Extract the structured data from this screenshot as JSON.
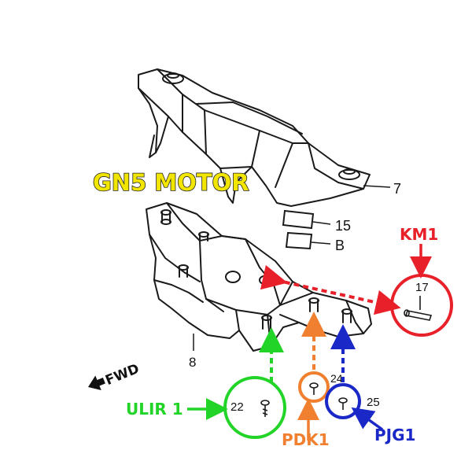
{
  "brand": {
    "text": "GN5 MOTOR",
    "fill": "#f2e600",
    "outline": "#222222"
  },
  "direction": {
    "text": "FWD"
  },
  "part_numbers": {
    "p7": "7",
    "p15": "15",
    "pB": "B",
    "p8": "8",
    "p17": "17",
    "p22": "22",
    "p24": "24",
    "p25": "25"
  },
  "callouts": {
    "km1": {
      "code": "KM1",
      "color": "#e8202a"
    },
    "ulir": {
      "code": "ULIR 1",
      "color": "#22d428"
    },
    "pdk": {
      "code": "PDK1",
      "color": "#f08030"
    },
    "pjg": {
      "code": "PJG1",
      "color": "#1a28c8"
    }
  },
  "colors": {
    "line": "#1a1a1a",
    "background": "#ffffff"
  }
}
